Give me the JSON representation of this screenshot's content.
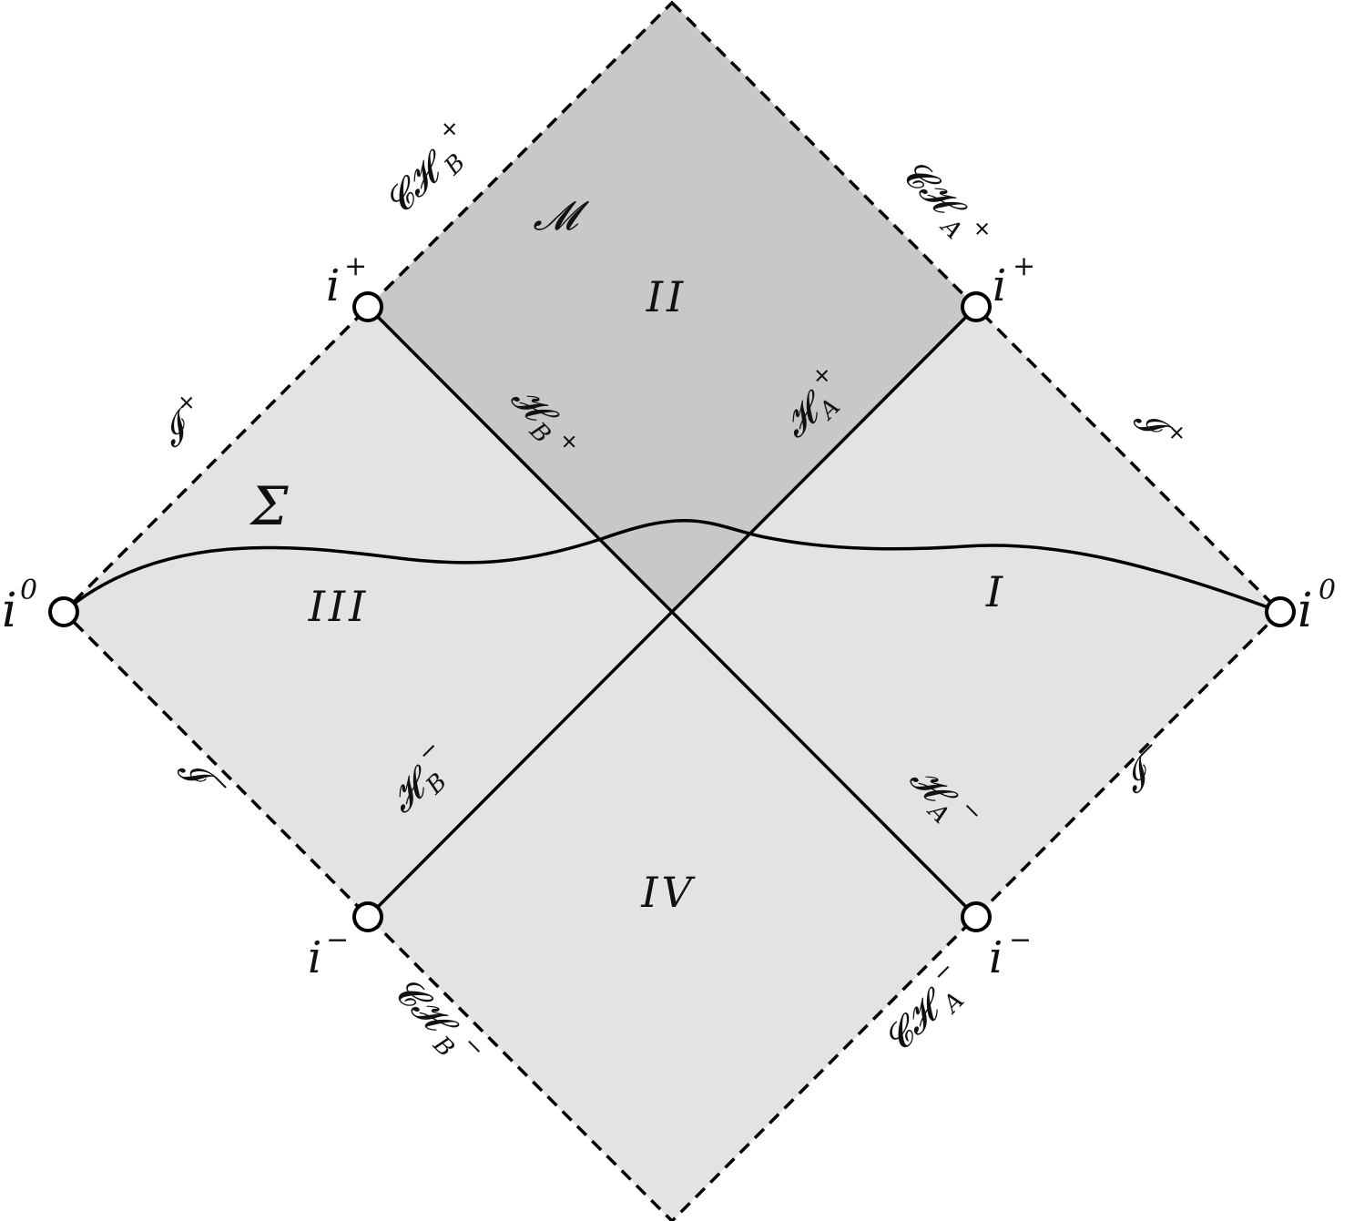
{
  "colors": {
    "background": "#ffffff",
    "exterior_fill": "#e3e3e3",
    "interior_fill": "#c8c8c8",
    "stroke": "#000000",
    "point_fill": "#ffffff"
  },
  "regions": {
    "I": "I",
    "II": "II",
    "III": "III",
    "IV": "IV",
    "M": "𝓜",
    "sigma": "Σ"
  },
  "points": {
    "i_plus": "i",
    "i_plus_sup": "+",
    "i_minus": "i",
    "i_minus_sup": "−",
    "i_zero": "i",
    "i_zero_sup": "0"
  },
  "scri": {
    "symbol": "𝓘",
    "plus": "+",
    "minus": "−"
  },
  "horizons": {
    "H": "𝓗",
    "CH": "𝓒𝓗",
    "A": "A",
    "B": "B",
    "plus": "+",
    "minus": "−"
  }
}
